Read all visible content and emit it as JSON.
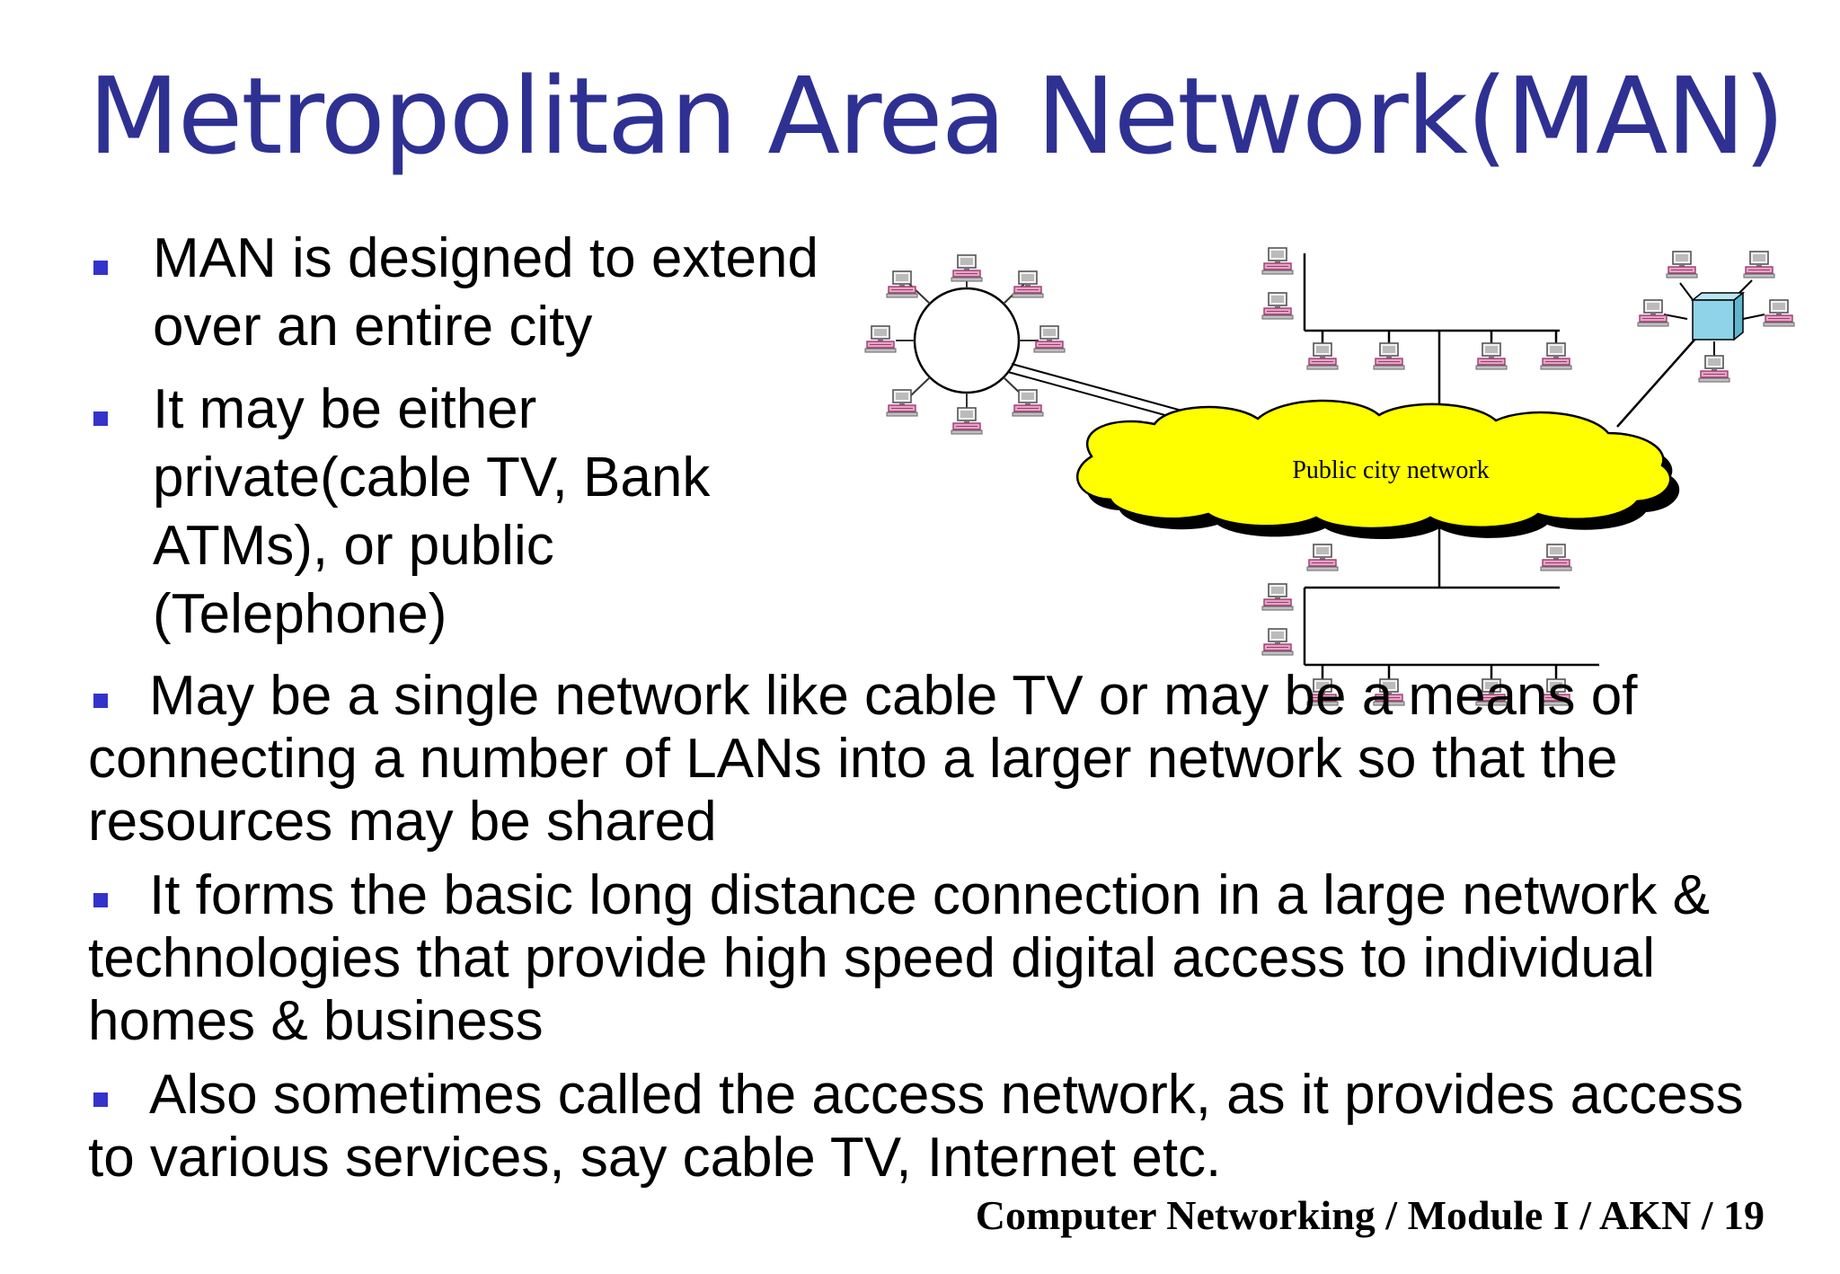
{
  "slide": {
    "title": "Metropolitan Area Network(MAN)",
    "bullets": [
      {
        "lines": [
          "MAN is designed to extend",
          "over an entire city"
        ]
      },
      {
        "lines": [
          "It may be either",
          "private(cable TV, Bank",
          "ATMs), or public",
          "(Telephone)"
        ]
      },
      {
        "lines": [
          "May be a single network like cable TV or may be a means of",
          "connecting a number of LANs into a larger network so that the",
          "resources may be shared"
        ]
      },
      {
        "lines": [
          "It forms the basic long distance connection in a large network &",
          "technologies that provide high speed digital access  to individual",
          "homes & business"
        ]
      },
      {
        "lines": [
          "Also sometimes called the access network, as it provides access",
          "to various services, say cable TV, Internet etc."
        ]
      }
    ],
    "footer": "Computer Networking / Module I / AKN / 19"
  },
  "diagram": {
    "cloud_label": "Public city network",
    "colors": {
      "title": "#2e3192",
      "bullet": "#3333cc",
      "cloud": "#ffff00",
      "switch": "#88d4e8",
      "computer_screen": "#e8e8e8",
      "computer_base": "#d070a0"
    }
  }
}
